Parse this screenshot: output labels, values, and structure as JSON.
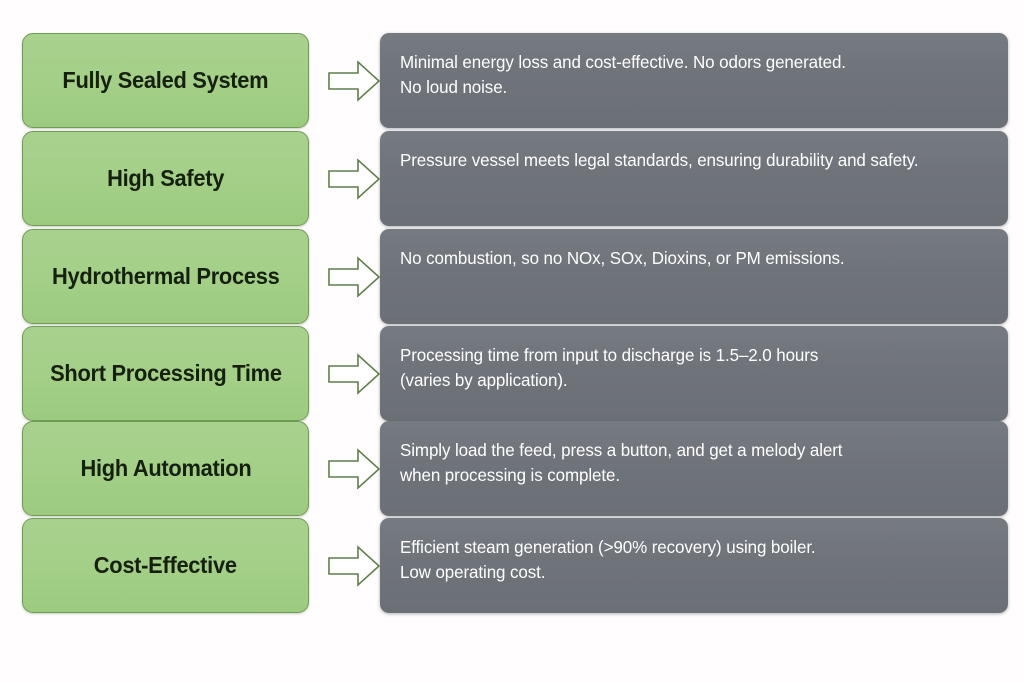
{
  "diagram": {
    "type": "feature-benefit-mapping",
    "orientation": "left-label-to-right-description",
    "arrow_icon": "right-arrow-outline",
    "colors": {
      "label_fill": "#a3cf87",
      "label_border": "#6f9c55",
      "label_text": "#16200f",
      "description_fill": "#6f737a",
      "description_text": "#ffffff",
      "arrow_stroke": "#5f7f4a",
      "arrow_fill": "#ffffff",
      "background": "#ffffff"
    },
    "rows": [
      {
        "label": "Fully Sealed System",
        "description": "Minimal energy loss and cost-effective. No odors generated.\nNo loud noise."
      },
      {
        "label": "High Safety",
        "description": "Pressure vessel meets legal standards, ensuring durability and safety."
      },
      {
        "label": "Hydrothermal Process",
        "description": "No combustion, so no NOx, SOx, Dioxins, or PM emissions."
      },
      {
        "label": "Short Processing Time",
        "description": "Processing time from input to discharge is 1.5–2.0 hours\n(varies by application)."
      },
      {
        "label": "High Automation",
        "description": "Simply load the feed, press a button, and get a melody alert\nwhen processing is complete."
      },
      {
        "label": "Cost-Effective",
        "description": "Efficient steam generation (>90% recovery) using boiler.\nLow operating cost."
      }
    ]
  }
}
